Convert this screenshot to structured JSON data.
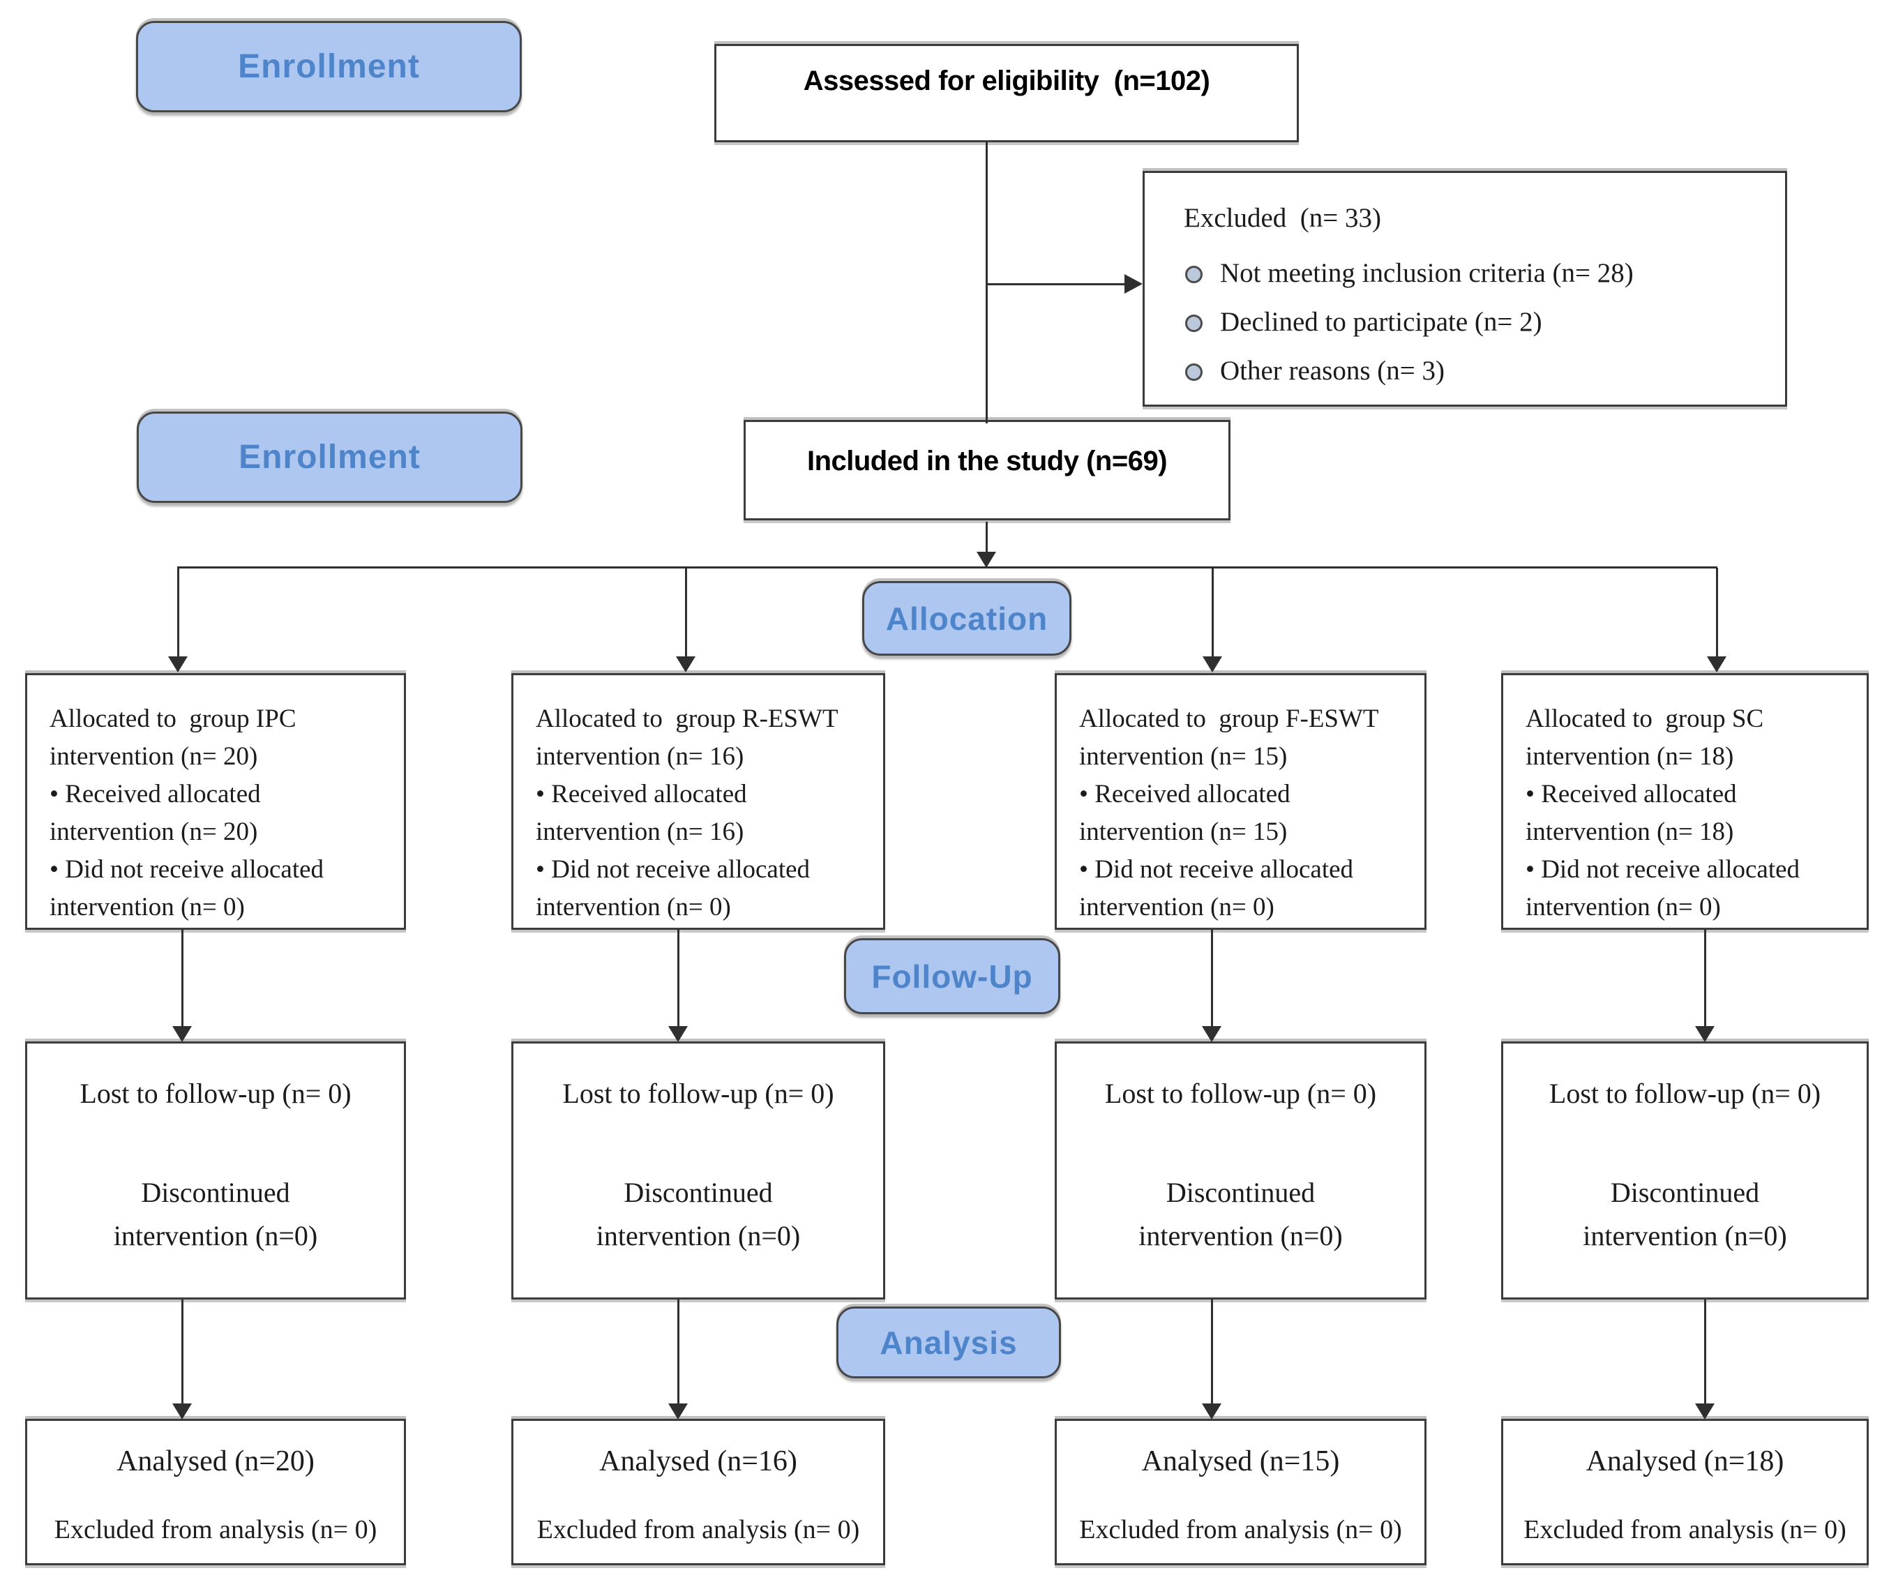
{
  "colors": {
    "accent_fill": "#aec7f1",
    "accent_text": "#4e84c9",
    "box_border": "#3c3c3c",
    "line_color": "#2f2f2f"
  },
  "labels": {
    "enrollment_top": "Enrollment",
    "enrollment_mid": "Enrollment",
    "allocation": "Allocation",
    "follow_up": "Follow-Up",
    "analysis": "Analysis"
  },
  "enrollment": {
    "assessed": "Assessed for eligibility  (n=102)",
    "included": "Included in the study (n=69)",
    "excluded": {
      "heading": "Excluded  (n= 33)",
      "items": [
        "Not meeting inclusion criteria (n= 28)",
        "Declined to participate (n= 2)",
        "Other reasons (n= 3)"
      ]
    }
  },
  "allocation": {
    "boxes": [
      {
        "text": "Allocated to  group IPC\nintervention (n= 20)\n• Received allocated\nintervention (n= 20)\n• Did not receive allocated\nintervention (n= 0)"
      },
      {
        "text": "Allocated to  group R-ESWT\nintervention (n= 16)\n• Received allocated\nintervention (n= 16)\n• Did not receive allocated\nintervention (n= 0)"
      },
      {
        "text": "Allocated to  group F-ESWT\nintervention (n= 15)\n• Received allocated\nintervention (n= 15)\n• Did not receive allocated\nintervention (n= 0)"
      },
      {
        "text": "Allocated to  group SC\nintervention (n= 18)\n• Received allocated\nintervention (n= 18)\n• Did not receive allocated\nintervention (n= 0)"
      }
    ]
  },
  "follow_up": {
    "boxes": [
      {
        "lost": "Lost to follow-up (n= 0)",
        "discontinued": "Discontinued\nintervention (n=0)"
      },
      {
        "lost": "Lost to follow-up (n= 0)",
        "discontinued": "Discontinued\nintervention (n=0)"
      },
      {
        "lost": "Lost to follow-up (n= 0)",
        "discontinued": "Discontinued\nintervention (n=0)"
      },
      {
        "lost": "Lost to follow-up (n= 0)",
        "discontinued": "Discontinued\nintervention (n=0)"
      }
    ]
  },
  "analysis": {
    "boxes": [
      {
        "analysed": "Analysed (n=20)",
        "excluded": "Excluded from analysis (n= 0)"
      },
      {
        "analysed": "Analysed (n=16)",
        "excluded": "Excluded from analysis (n= 0)"
      },
      {
        "analysed": "Analysed (n=15)",
        "excluded": "Excluded from analysis (n= 0)"
      },
      {
        "analysed": "Analysed (n=18)",
        "excluded": "Excluded from analysis (n= 0)"
      }
    ]
  }
}
